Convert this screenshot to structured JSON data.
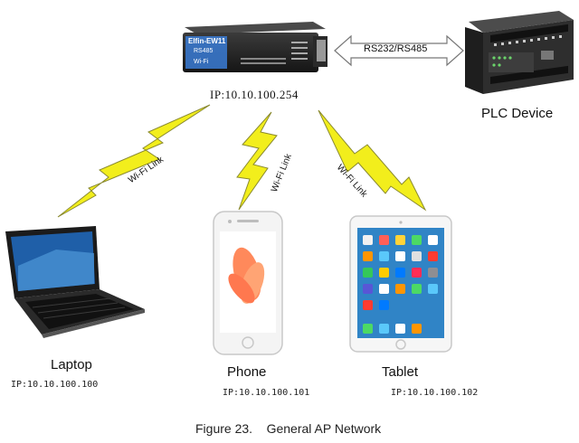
{
  "router": {
    "brand": "Elfin-EW11",
    "port": "RS485",
    "wifi": "Wi-Fi",
    "ip": "IP:10.10.100.254"
  },
  "serial_link": {
    "label": "RS232/RS485"
  },
  "plc": {
    "label": "PLC Device"
  },
  "wifi_links": {
    "left": "Wi-Fi Link",
    "center": "Wi-Fi Link",
    "right": "Wi-Fi Link"
  },
  "devices": {
    "laptop": {
      "label": "Laptop",
      "ip": "IP:10.10.100.100"
    },
    "phone": {
      "label": "Phone",
      "ip": "IP:10.10.100.101"
    },
    "tablet": {
      "label": "Tablet",
      "ip": "IP:10.10.100.102"
    }
  },
  "caption": "Figure 23.    General AP Network",
  "colors": {
    "lightning": "#f2ee1c",
    "lightning_stroke": "#8a8a30",
    "router_body": "#2a2a2a",
    "router_blue": "#3a7bd5"
  }
}
